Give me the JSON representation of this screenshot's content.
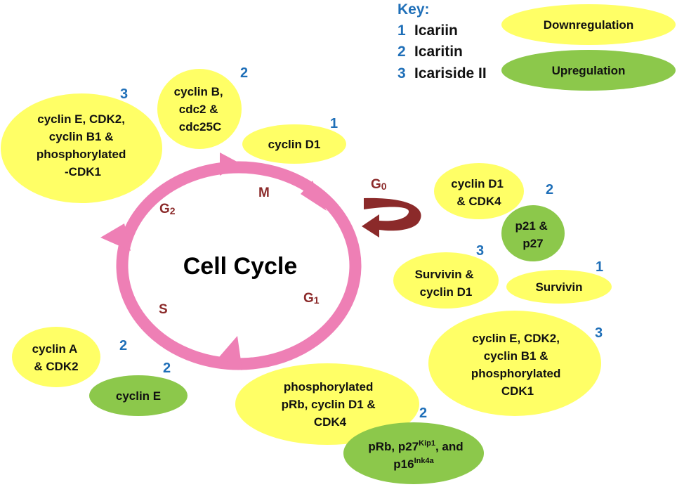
{
  "title": "Cell Cycle",
  "colors": {
    "downregulation": "#ffff66",
    "upregulation": "#8cc84b",
    "cycle_arrow": "#ee7fb5",
    "g0_arrow": "#8b2a2a",
    "compound_number": "#1f6fb8",
    "phase_label": "#8b2a2a"
  },
  "phases": {
    "g0": "G",
    "g0_sub": "0",
    "g1": "G",
    "g1_sub": "1",
    "g2": "G",
    "g2_sub": "2",
    "s": "S",
    "m": "M"
  },
  "key": {
    "title": "Key:",
    "items": [
      {
        "number": "1",
        "name": "Icariin"
      },
      {
        "number": "2",
        "name": "Icaritin"
      },
      {
        "number": "3",
        "name": "Icariside II"
      }
    ],
    "downregulation": "Downregulation",
    "upregulation": "Upregulation"
  },
  "nodes": {
    "g2_icariside": {
      "lines": [
        "cyclin E, CDK2,",
        "cyclin B1 &",
        "phosphorylated",
        "-CDK1"
      ],
      "number": "3",
      "regulation": "down"
    },
    "m_icaritin": {
      "lines": [
        "cyclin B,",
        "cdc2 &",
        "cdc25C"
      ],
      "number": "2",
      "regulation": "down"
    },
    "m_icariin": {
      "lines": [
        "cyclin D1"
      ],
      "number": "1",
      "regulation": "down"
    },
    "g1_icaritin_down": {
      "lines": [
        "cyclin D1",
        "& CDK4"
      ],
      "number": "2",
      "regulation": "down"
    },
    "g1_icaritin_up": {
      "lines": [
        "p21 &",
        "p27"
      ],
      "regulation": "up"
    },
    "g1_icariside": {
      "lines": [
        "Survivin &",
        "cyclin D1"
      ],
      "number": "3",
      "regulation": "down"
    },
    "g1_icariin": {
      "lines": [
        "Survivin"
      ],
      "number": "1",
      "regulation": "down"
    },
    "g1_icariside_b": {
      "lines": [
        "cyclin E, CDK2,",
        "cyclin B1 &",
        "phosphorylated",
        "CDK1"
      ],
      "number": "3",
      "regulation": "down"
    },
    "g1s_icaritin_down": {
      "lines": [
        "phosphorylated",
        "pRb, cyclin D1 &",
        "CDK4"
      ],
      "number": "2",
      "regulation": "down"
    },
    "g1s_icaritin_up": {
      "line1": "pRb, p27",
      "sup1": "Kip1",
      "line1_end": ", and",
      "line2": "p16",
      "sup2": "Ink4a",
      "regulation": "up"
    },
    "s_icaritin_down": {
      "lines": [
        "cyclin A",
        "& CDK2"
      ],
      "number": "2",
      "regulation": "down"
    },
    "s_icaritin_up": {
      "lines": [
        "cyclin E"
      ],
      "number": "2",
      "regulation": "up"
    }
  }
}
